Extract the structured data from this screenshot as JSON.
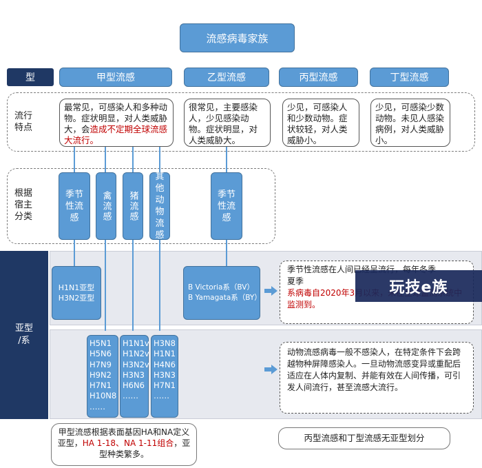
{
  "title": "流感病毒家族",
  "row_label_type": "型",
  "types": [
    "甲型流感",
    "乙型流感",
    "丙型流感",
    "丁型流感"
  ],
  "epidemic": {
    "label_l1": "流行",
    "label_l2": "特点",
    "a_pre": "最常见，可感染人和多种动物。症状明显，对人类威胁大，会",
    "a_red": "造成不定期全球流感大流行。",
    "b": "很常见，主要感染人，少见感染动物。症状明显，对人类威胁大。",
    "c": "少见，可感染人和少数动物。症状较轻，对人类威胁小。",
    "d": "少见，可感染少数动物。未见人感染病例，对人类威胁小。"
  },
  "host": {
    "label_l1": "根据",
    "label_l2": "宿主",
    "label_l3": "分类",
    "a_items": [
      "季节性流感",
      "禽流感",
      "猪流感",
      "其他动物流感"
    ],
    "b_item": "季节性流感"
  },
  "subtype": {
    "label_l1": "亚型",
    "label_l2": "/系",
    "seasonal_a": [
      "H1N1亚型",
      "H3N2亚型"
    ],
    "seasonal_b": [
      "B Victoria系（BV）",
      "B Yamagata系（BY）"
    ],
    "note1_pre": "季节性流感在人间已经呈流行，每年冬季",
    "note1_mid": "夏季",
    "note1_red": "系病毒自2020年3月以来，未在全球监测系统中监测到。",
    "avian": [
      "H5N1",
      "H5N6",
      "H7N9",
      "H9N2",
      "H7N1",
      "H10N8",
      "……"
    ],
    "swine": [
      "H1N1v",
      "H1N2v",
      "H3N2v",
      "H3N3",
      "H6N6",
      "……"
    ],
    "other": [
      "H3N8",
      "H1N1",
      "H4N6",
      "H3N3",
      "H7N1",
      "……"
    ],
    "note2": "动物流感病毒一般不感染人，在特定条件下会跨越物种屏障感染人。一旦动物流感变异或重配后适应在人体内复制、并能有效在人间传播，可引发人间流行，甚至流感大流行。"
  },
  "bottom": {
    "a_l1": "甲型流感根据表面基因HA和NA定义亚型，",
    "a_red": "HA 1-18、NA 1-11组合",
    "a_l3": "，亚型种类繁多。",
    "cd": "丙型流感和丁型流感无亚型划分"
  },
  "watermark": "玩技e族",
  "colors": {
    "box_blue": "#5b9bd5",
    "box_dark": "#1f3864",
    "band_grey": "#e7e9ef",
    "highlight_red": "#c00000"
  }
}
